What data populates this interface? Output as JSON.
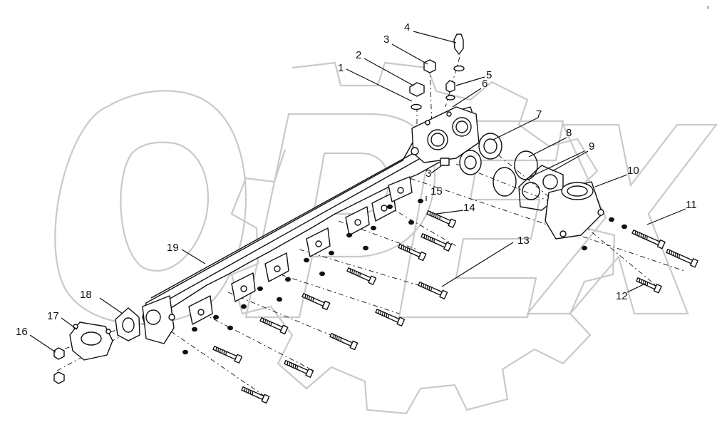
{
  "diagram": {
    "corner_mark": "ƨ",
    "watermark_text": "OPEX",
    "callouts": [
      {
        "id": "c1",
        "text": "1"
      },
      {
        "id": "c2",
        "text": "2"
      },
      {
        "id": "c3a",
        "text": "3"
      },
      {
        "id": "c3b",
        "text": "3"
      },
      {
        "id": "c4",
        "text": "4"
      },
      {
        "id": "c5",
        "text": "5"
      },
      {
        "id": "c6",
        "text": "6"
      },
      {
        "id": "c7",
        "text": "7"
      },
      {
        "id": "c8",
        "text": "8"
      },
      {
        "id": "c9",
        "text": "9"
      },
      {
        "id": "c10",
        "text": "10"
      },
      {
        "id": "c11",
        "text": "11"
      },
      {
        "id": "c12",
        "text": "12"
      },
      {
        "id": "c13",
        "text": "13"
      },
      {
        "id": "c14",
        "text": "14"
      },
      {
        "id": "c15",
        "text": "15"
      },
      {
        "id": "c16",
        "text": "16"
      },
      {
        "id": "c17",
        "text": "17"
      },
      {
        "id": "c18",
        "text": "18"
      },
      {
        "id": "c19",
        "text": "19"
      }
    ]
  }
}
